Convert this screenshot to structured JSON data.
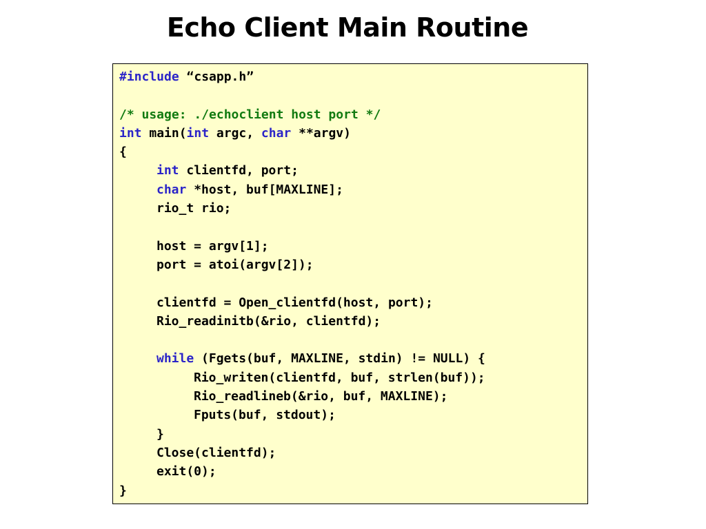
{
  "title": "Echo Client Main Routine",
  "code": {
    "l01": {
      "kw": "#include",
      "tx": " “csapp.h”"
    },
    "l03": {
      "cm": "/* usage: ./echoclient host port */"
    },
    "l04": {
      "kw1": "int",
      "tx1": " main(",
      "kw2": "int",
      "tx2": " argc, ",
      "kw3": "char",
      "tx3": " **argv)"
    },
    "l05": "{",
    "l06": {
      "kw": "int",
      "tx": " clientfd, port;"
    },
    "l07": {
      "kw": "char",
      "tx": " *host, buf[MAXLINE];"
    },
    "l08": "rio_t rio;",
    "l10": "host = argv[1];",
    "l11": "port = atoi(argv[2]);",
    "l13": "clientfd = Open_clientfd(host, port);",
    "l14": "Rio_readinitb(&rio, clientfd);",
    "l16": {
      "kw": "while",
      "tx": " (Fgets(buf, MAXLINE, stdin) != NULL) {"
    },
    "l17": "Rio_writen(clientfd, buf, strlen(buf));",
    "l18": "Rio_readlineb(&rio, buf, MAXLINE);",
    "l19": "Fputs(buf, stdout);",
    "l20": "}",
    "l21": "Close(clientfd);",
    "l22": "exit(0);",
    "l23": "}"
  }
}
